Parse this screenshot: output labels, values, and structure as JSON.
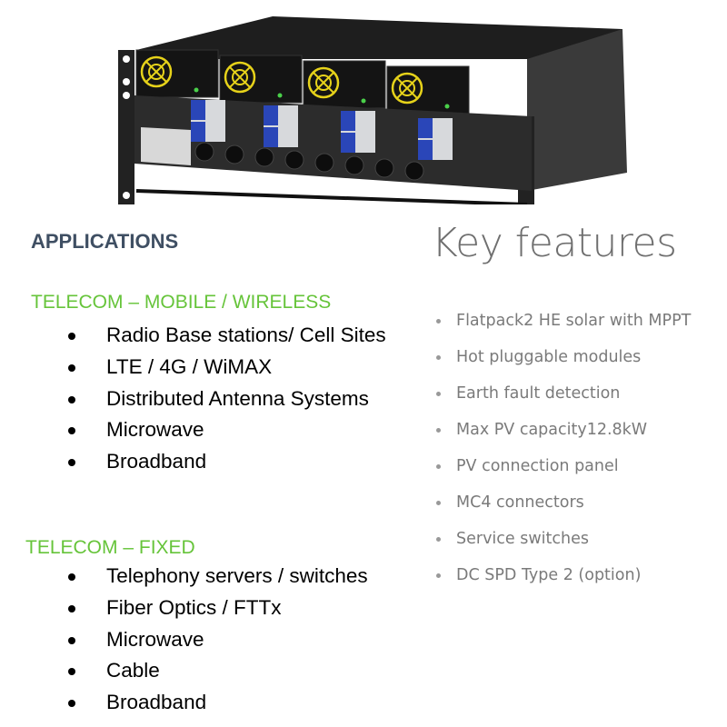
{
  "applications": {
    "title": "APPLICATIONS",
    "sections": [
      {
        "heading": "TELECOM – MOBILE / WIRELESS",
        "items": [
          "Radio Base stations/ Cell Sites",
          "LTE / 4G / WiMAX",
          "Distributed Antenna Systems",
          "Microwave",
          "Broadband"
        ]
      },
      {
        "heading": "TELECOM – FIXED",
        "items": [
          "Telephony servers / switches",
          "Fiber Optics / FTTx",
          "Microwave",
          "Cable",
          "Broadband"
        ]
      }
    ]
  },
  "key_features": {
    "title": "Key features",
    "items": [
      "Flatpack2 HE solar with MPPT",
      "Hot pluggable modules",
      "Earth fault detection",
      "Max PV capacity12.8kW",
      "PV connection panel",
      "MC4 connectors",
      "Service switches",
      "DC SPD Type 2 (option)"
    ]
  },
  "colors": {
    "heading": "#3f4f63",
    "accent_green": "#66c43a",
    "feature_text": "#7a7a7a"
  }
}
